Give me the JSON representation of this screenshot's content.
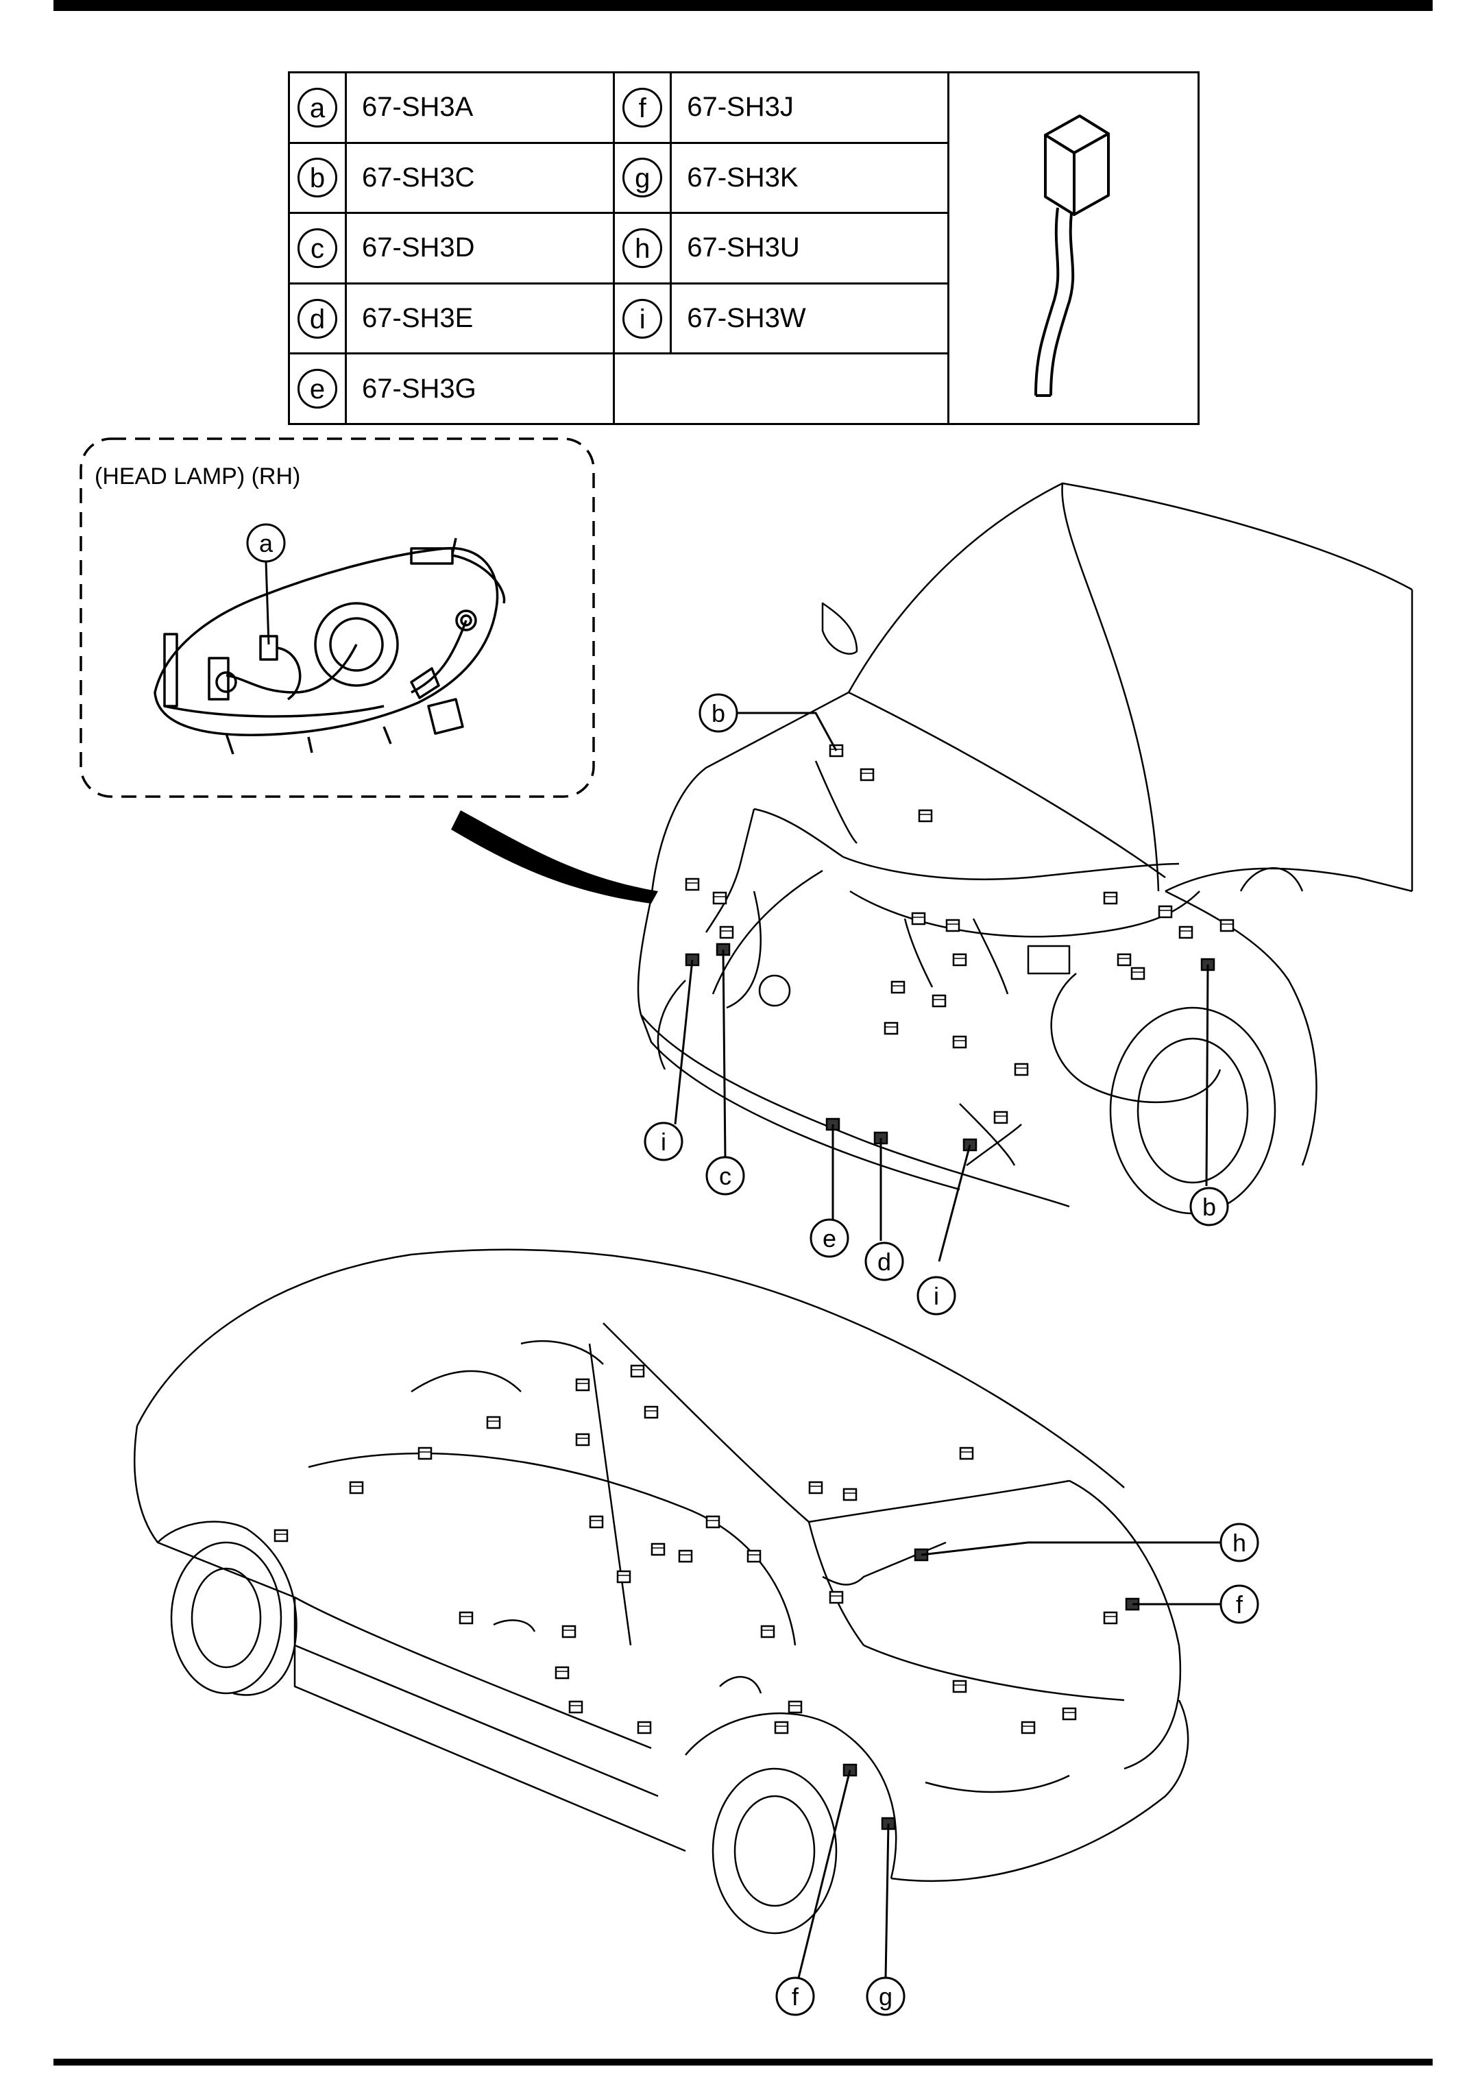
{
  "parts": [
    {
      "letter": "a",
      "code": "67-SH3A"
    },
    {
      "letter": "b",
      "code": "67-SH3C"
    },
    {
      "letter": "c",
      "code": "67-SH3D"
    },
    {
      "letter": "d",
      "code": "67-SH3E"
    },
    {
      "letter": "e",
      "code": "67-SH3G"
    },
    {
      "letter": "f",
      "code": "67-SH3J"
    },
    {
      "letter": "g",
      "code": "67-SH3K"
    },
    {
      "letter": "h",
      "code": "67-SH3U"
    },
    {
      "letter": "i",
      "code": "67-SH3W"
    }
  ],
  "inset": {
    "title": "(HEAD LAMP) (RH)",
    "callout": "a"
  },
  "front_callouts": [
    "b",
    "i",
    "c",
    "e",
    "d",
    "i",
    "b"
  ],
  "rear_callouts": [
    "h",
    "f",
    "f",
    "g"
  ]
}
